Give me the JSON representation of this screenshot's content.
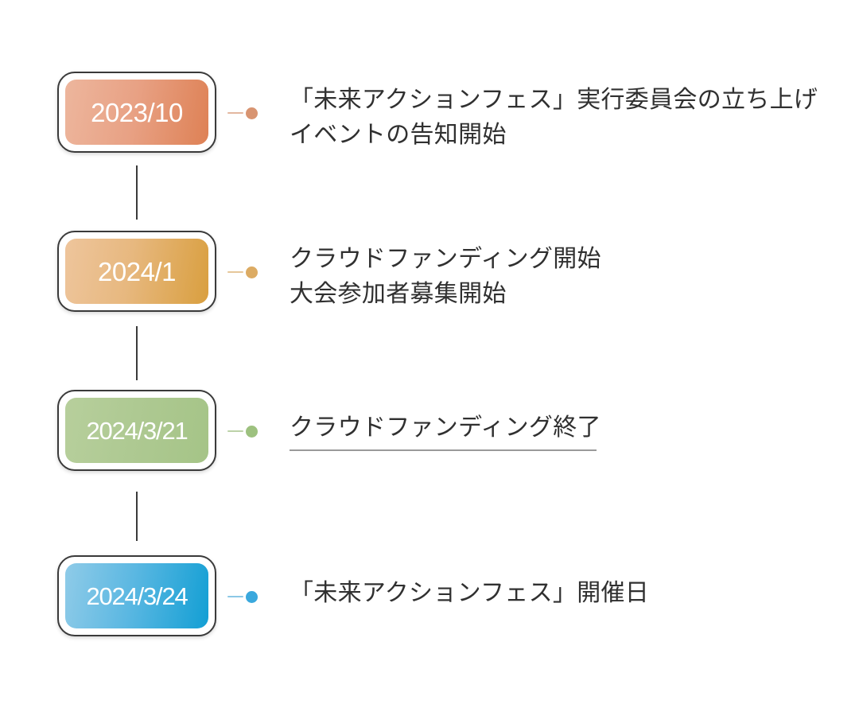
{
  "diagram": {
    "type": "vertical-timeline",
    "title_visible": false,
    "background_color": "#ffffff",
    "text_color": "#303030",
    "connector_line_color": "#3a3a3a"
  },
  "items": [
    {
      "date": "2023/10",
      "badge_gradient": [
        "#edb69d",
        "#de8155"
      ],
      "dot_color": "#d89471",
      "dash_color": "#e3b79f",
      "lines": [
        "「未来アクションフェス」実行委員会の立ち上げ",
        "イベントの告知開始"
      ],
      "underlined": false
    },
    {
      "date": "2024/1",
      "badge_gradient": [
        "#eec59c",
        "#d99f3f"
      ],
      "dot_color": "#dcab63",
      "dash_color": "#e6c79a",
      "lines": [
        "クラウドファンディング開始",
        "大会参加者募集開始"
      ],
      "underlined": false
    },
    {
      "date": "2024/3/21",
      "badge_gradient": [
        "#b7cf9c",
        "#a5c487"
      ],
      "dot_color": "#9dc17f",
      "dash_color": "#bcd2a8",
      "lines": [
        "クラウドファンディング終了"
      ],
      "underlined": true
    },
    {
      "date": "2024/3/24",
      "badge_gradient": [
        "#8fcbe8",
        "#139fd4"
      ],
      "dot_color": "#3aa8dd",
      "dash_color": "#8cc8e6",
      "lines": [
        "「未来アクションフェス」開催日"
      ],
      "underlined": false
    }
  ]
}
